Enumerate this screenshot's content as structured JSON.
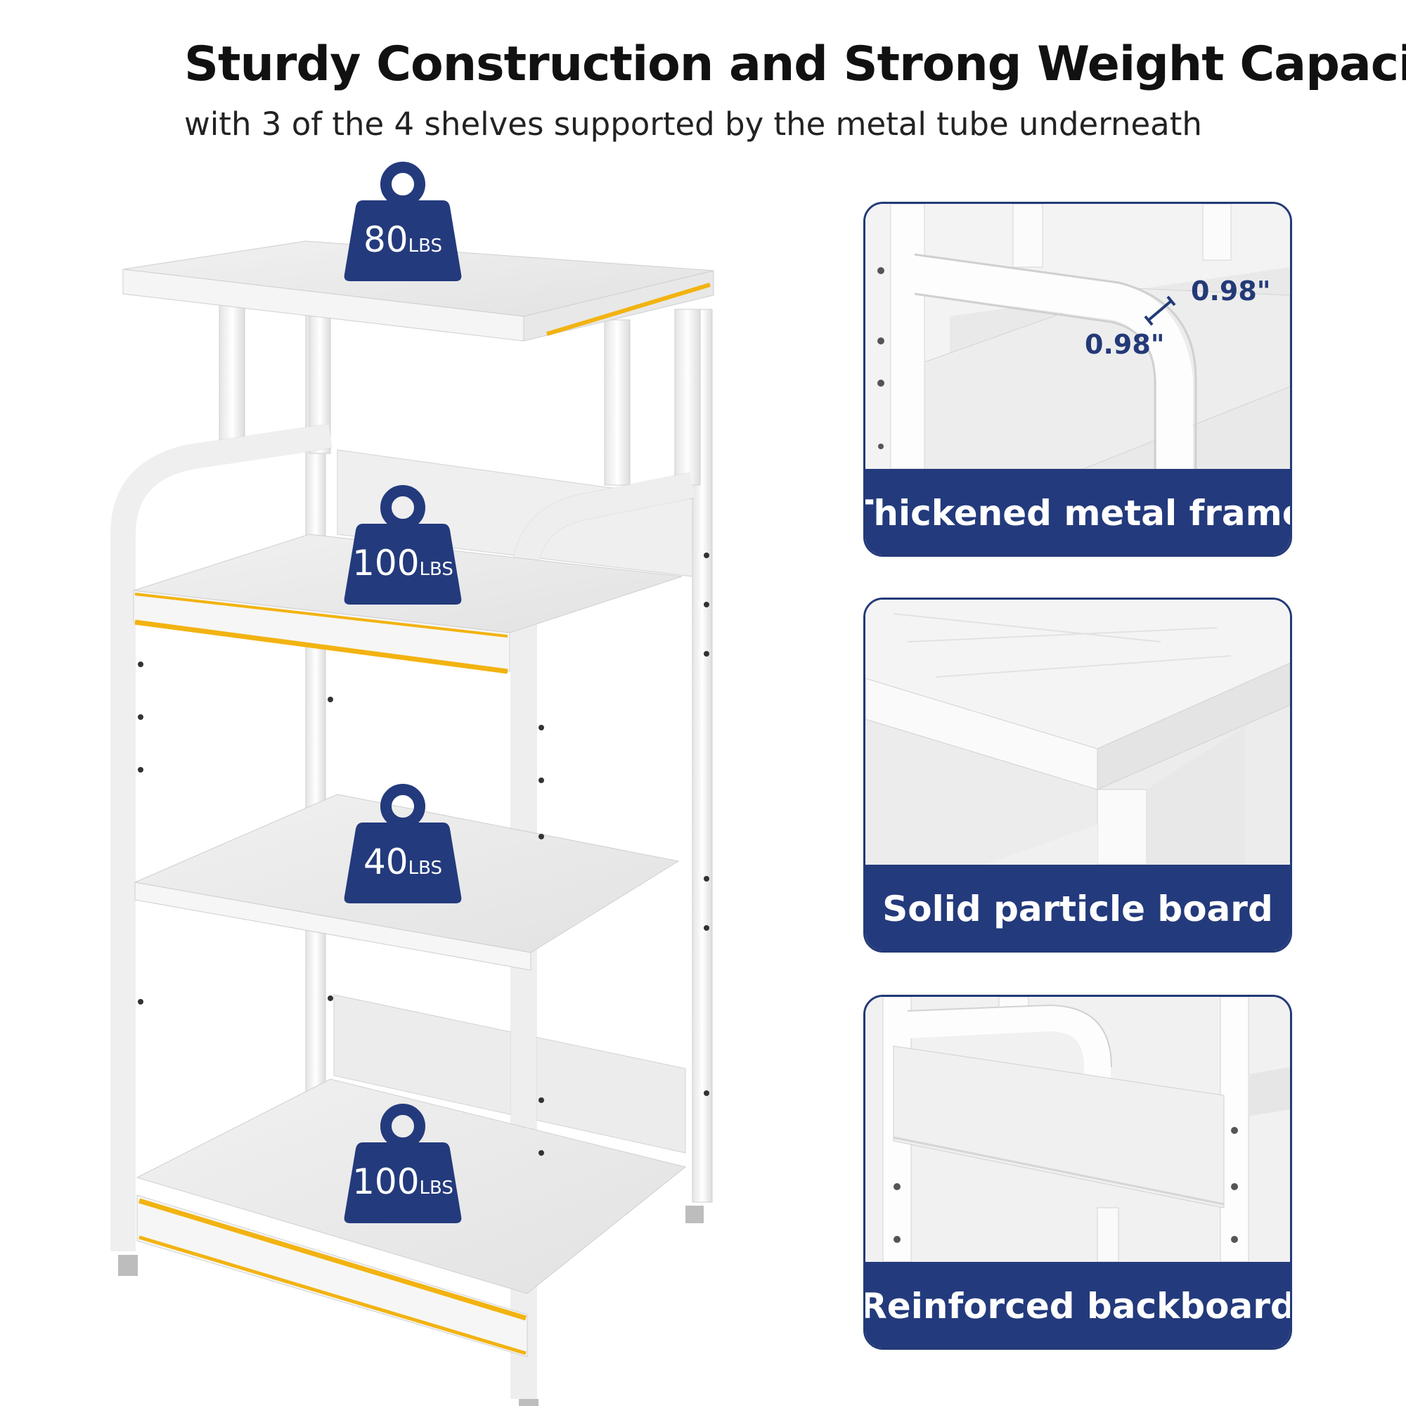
{
  "header": {
    "title": "Sturdy Construction and Strong Weight Capacity",
    "subtitle": "with 3 of the 4 shelves supported by the metal tube underneath"
  },
  "weights": [
    {
      "value": "80",
      "unit": "LBS"
    },
    {
      "value": "100",
      "unit": "LBS"
    },
    {
      "value": "40",
      "unit": "LBS"
    },
    {
      "value": "100",
      "unit": "LBS"
    }
  ],
  "features": [
    {
      "caption": "Thickened metal frame"
    },
    {
      "caption": "Solid particle board"
    },
    {
      "caption": "Reinforced backboard"
    }
  ],
  "dimensions": {
    "tube_width": "0.98\"",
    "tube_depth": "0.98\""
  },
  "colors": {
    "navy": "#233a7c",
    "accent_yellow": "#f2b311",
    "frame_white": "#f7f7f7"
  }
}
